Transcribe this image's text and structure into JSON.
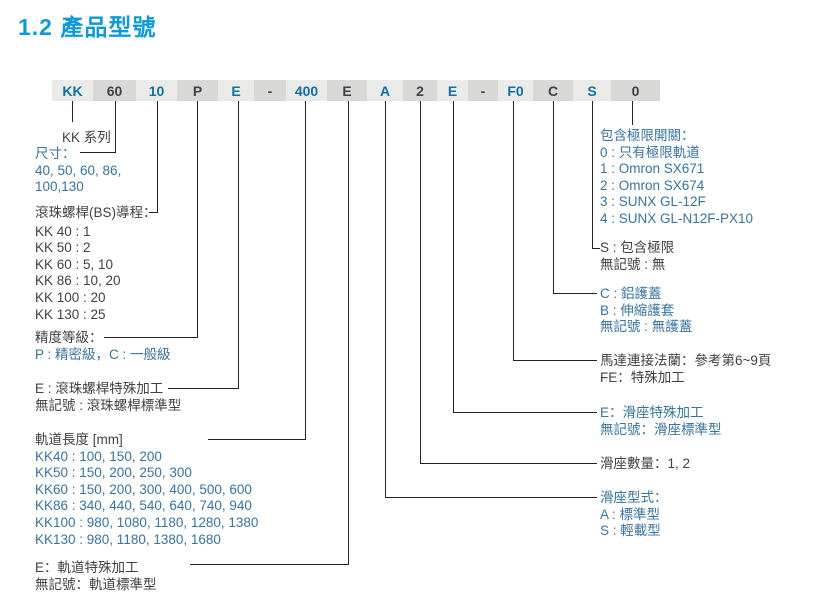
{
  "title": "1.2 產品型號",
  "colors": {
    "title_blue": "#0f9ad6",
    "body_blue": "#38739e",
    "body_dark": "#414145",
    "code_blue": "#116fa6",
    "segment_light": "#eaeae8",
    "segment_dark": "#d8d8d6",
    "line_black": "#222222"
  },
  "model_code": {
    "segments": [
      "KK",
      "60",
      "10",
      "P",
      "E",
      "-",
      "400",
      "E",
      "A",
      "2",
      "E",
      "-",
      "F0",
      "C",
      "S",
      "0"
    ]
  },
  "left": {
    "series": {
      "label": "KK 系列"
    },
    "size": {
      "header": "尺寸：",
      "line1": "40, 50, 60, 86,",
      "line2": "100,130"
    },
    "lead": {
      "header": "滾珠螺桿(BS)導程：",
      "items": [
        "KK 40 : 1",
        "KK 50 : 2",
        "KK 60 : 5, 10",
        "KK 86 : 10, 20",
        "KK 100 : 20",
        "KK 130 : 25"
      ]
    },
    "precision": {
      "header": "精度等級：",
      "value": "P : 精密級，C : 一般級"
    },
    "bs_special": {
      "line1": "E : 滾珠螺桿特殊加工",
      "line2": "無記號 : 滾珠螺桿標準型"
    },
    "rail_length": {
      "header": "軌道長度 [mm]",
      "items": [
        "KK40 : 100, 150, 200",
        "KK50 : 150, 200, 250, 300",
        "KK60 : 150, 200, 300,  400,  500, 600",
        "KK86 : 340, 440, 540, 640, 740, 940",
        "KK100 : 980, 1080, 1180, 1280, 1380",
        "KK130 : 980, 1180, 1380, 1680"
      ]
    },
    "rail_special": {
      "line1": "E：軌道特殊加工",
      "line2": "無記號：軌道標準型"
    }
  },
  "right": {
    "limit_switch": {
      "header": "包含極限開關：",
      "items": [
        "0 : 只有極限軌道",
        "1 : Omron SX671",
        "2 : Omron SX674",
        "3 : SUNX GL-12F",
        "4 : SUNX GL-N12F-PX10"
      ]
    },
    "limit": {
      "line1": "S : 包含極限",
      "line2": "無記號 : 無"
    },
    "cover": {
      "line1": "C : 鋁護蓋",
      "line2": "B : 伸縮護套",
      "line3": "無記號 : 無護蓋"
    },
    "flange": {
      "line1": "馬達連接法蘭：參考第6~9頁",
      "line2": "FE：特殊加工"
    },
    "slider_special": {
      "line1": "E：滑座特殊加工",
      "line2": "無記號：滑座標準型"
    },
    "slider_count": {
      "line1": "滑座數量：1, 2"
    },
    "slider_type": {
      "header": "滑座型式：",
      "line1": "A : 標準型",
      "line2": "S : 輕載型"
    }
  }
}
